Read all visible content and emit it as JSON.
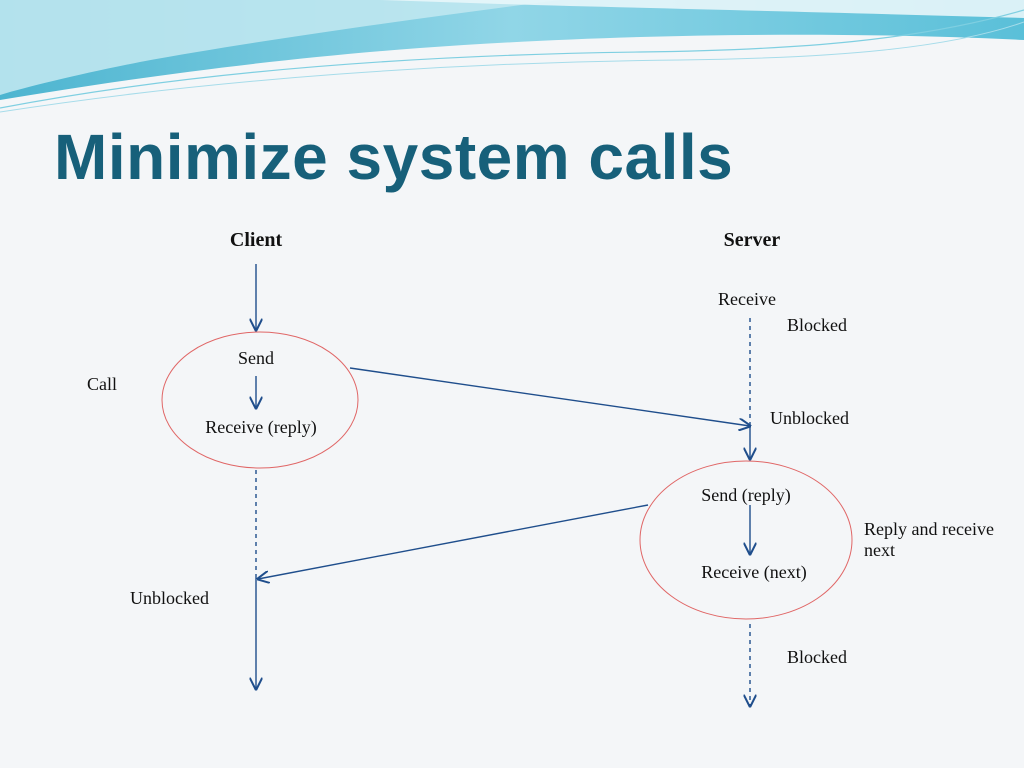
{
  "slide": {
    "title": "Minimize system calls"
  },
  "diagram": {
    "client": {
      "header": "Client",
      "side_label": "Call",
      "send": "Send",
      "receive_reply": "Receive (reply)",
      "unblocked": "Unblocked"
    },
    "server": {
      "header": "Server",
      "receive": "Receive",
      "blocked_1": "Blocked",
      "unblocked": "Unblocked",
      "send_reply": "Send (reply)",
      "receive_next": "Receive (next)",
      "side_label": "Reply and receive next",
      "blocked_2": "Blocked"
    }
  },
  "colors": {
    "title": "#17607a",
    "arrow": "#1f4e8c",
    "ellipse": "#e06666",
    "banner_dark": "#3fb6d3",
    "banner_light": "#bfe7f0"
  }
}
